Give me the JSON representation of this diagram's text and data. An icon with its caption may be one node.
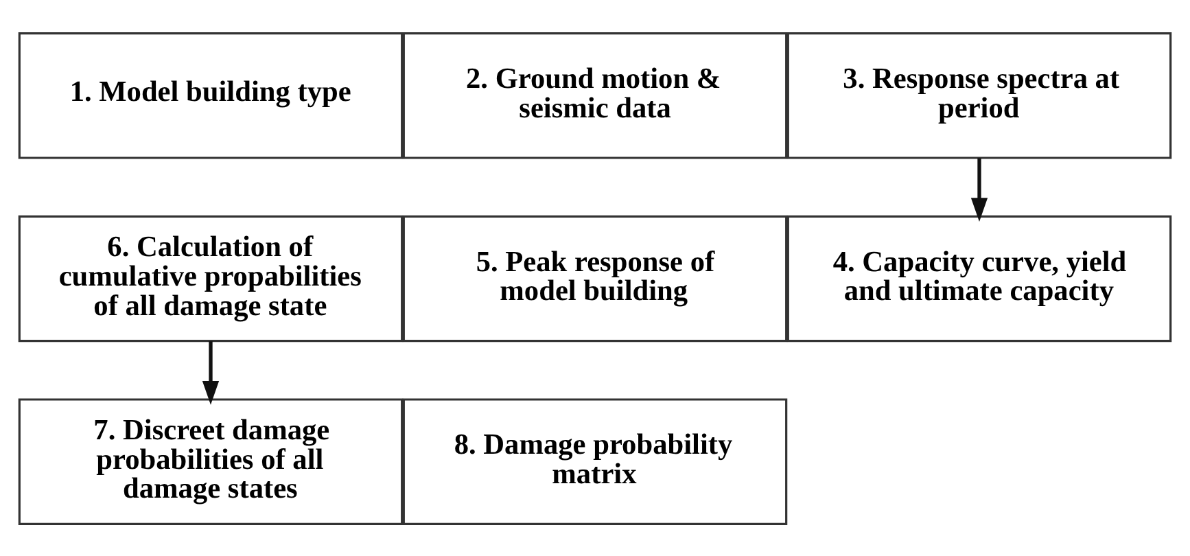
{
  "diagram": {
    "nodes": [
      {
        "text": [
          "1. Model building type"
        ]
      },
      {
        "text": [
          "2. Ground motion & seismic data"
        ]
      },
      {
        "text": [
          "3. Response spectra at period"
        ]
      },
      {
        "text": [
          "4. Capacity curve, yield and ultimate capacity"
        ]
      },
      {
        "text": [
          "5. Peak response of model building"
        ]
      },
      {
        "text": [
          "6. Calculation of cumulative propabilities of all damage state"
        ]
      },
      {
        "text": [
          "7. Discreet damage probabilities of all damage states"
        ]
      },
      {
        "text": [
          "8. Damage probability matrix"
        ]
      }
    ],
    "edges": [
      {
        "from": 2,
        "to": 3,
        "arrow": "to"
      },
      {
        "from": 5,
        "to": 6,
        "arrow": "to"
      }
    ]
  }
}
